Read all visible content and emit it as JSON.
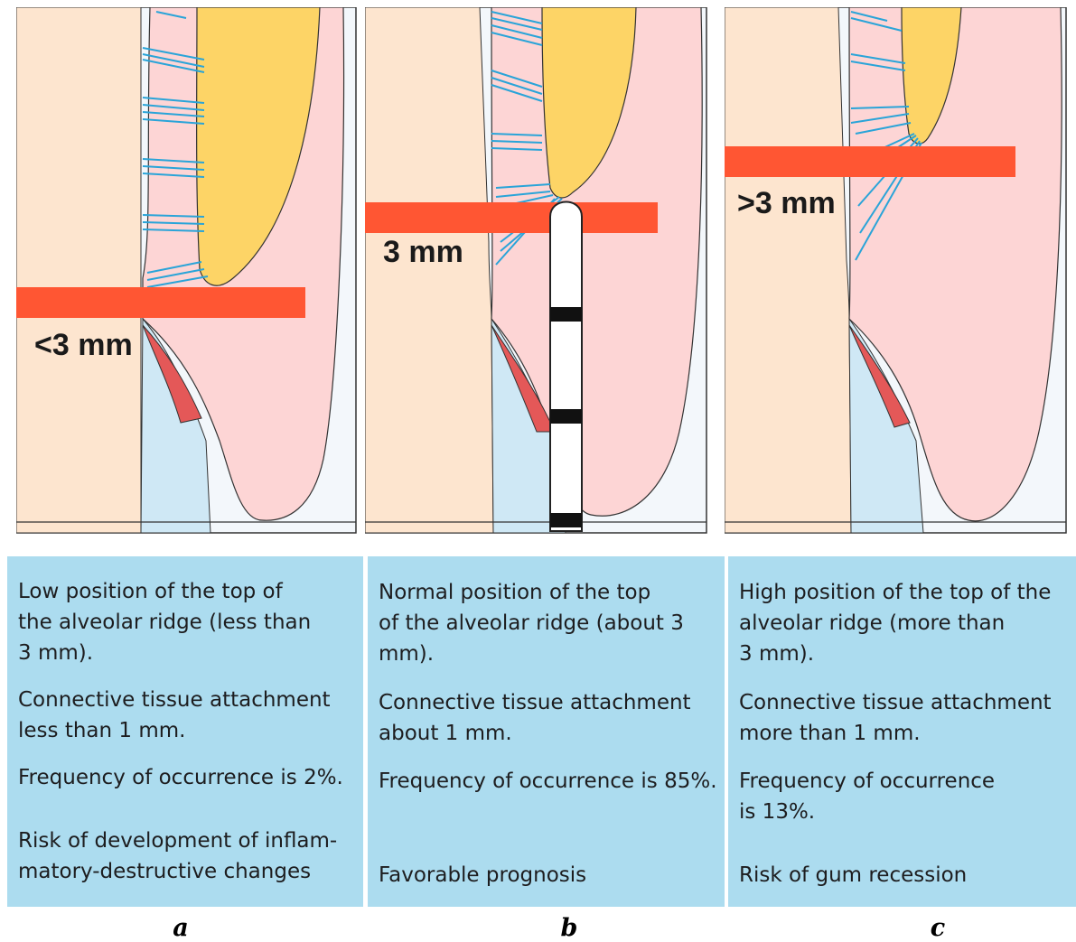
{
  "colors": {
    "bone": "#fde5cf",
    "gingiva": "#fdd5d5",
    "enamel": "#fdd466",
    "tooth_root_bg": "#f3f7fb",
    "blue_tissue": "#cfe8f5",
    "fiber": "#2aa4d8",
    "band": "#ff5633",
    "sulcus_red": "#e45858",
    "text_box": "#acdcef"
  },
  "panels": [
    {
      "letter": "a",
      "measurement": "<3 mm",
      "paragraphs": [
        "Low position of the top of\nthe alveolar ridge (less than\n3 mm).",
        "Connective tissue attachment\nless than 1 mm.",
        "Frequency of occurrence is 2%.",
        "Risk of development of inflam-\nmatory-destructive changes"
      ]
    },
    {
      "letter": "b",
      "measurement": "3 mm",
      "paragraphs": [
        "Normal position of the top\nof the alveolar ridge (about 3\nmm).",
        "Connective tissue attachment\nabout 1 mm.",
        "Frequency of occurrence is 85%.",
        "Favorable prognosis"
      ]
    },
    {
      "letter": "c",
      "measurement": ">3 mm",
      "paragraphs": [
        "High position of the top of the\nalveolar ridge (more than\n3 mm).",
        "Connective tissue attachment\nmore than 1 mm.",
        "Frequency of occurrence\nis 13%.",
        "Risk of gum recession"
      ]
    }
  ]
}
